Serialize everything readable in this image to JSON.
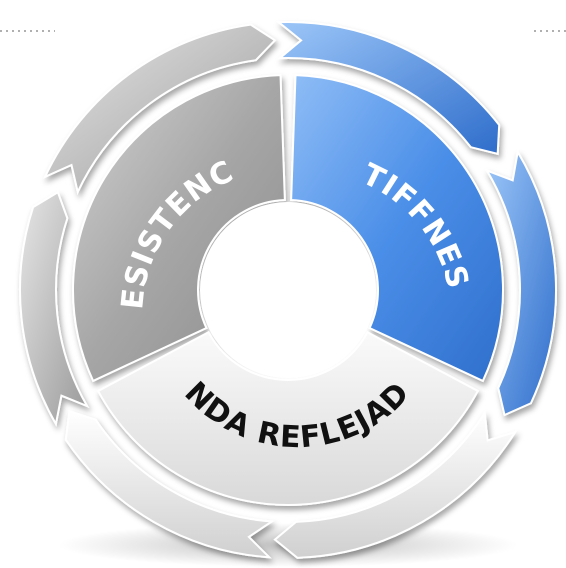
{
  "diagram": {
    "type": "cycle-ring",
    "segments": [
      {
        "label": "RESISTENCIA",
        "color": "#a3a3a3",
        "text_color": "#ffffff"
      },
      {
        "label": "STIFFNESS",
        "color": "#4a8ee8",
        "text_color": "#ffffff"
      },
      {
        "label": "ONDA REFLEJADA",
        "color": "#ececec",
        "text_color": "#111111"
      }
    ],
    "colors": {
      "outer_arc_gray": "#b5b5b5",
      "outer_arc_blue": "#4d8fe6",
      "outer_arc_light": "#e8e8e8",
      "dotted_line": "#b0b0b0"
    }
  }
}
